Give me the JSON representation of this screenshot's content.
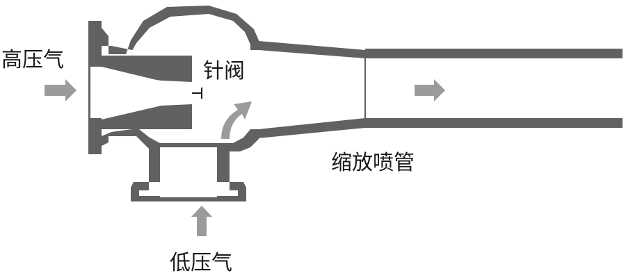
{
  "labels": {
    "high_pressure_gas": "高压气",
    "needle_valve": "针阀",
    "convergent_divergent_nozzle": "缩放喷管",
    "low_pressure_gas": "低压气"
  },
  "colors": {
    "wall": "#5f6162",
    "arrow": "#9a9b9b",
    "background": "#ffffff",
    "text": "#1a1a1a"
  }
}
